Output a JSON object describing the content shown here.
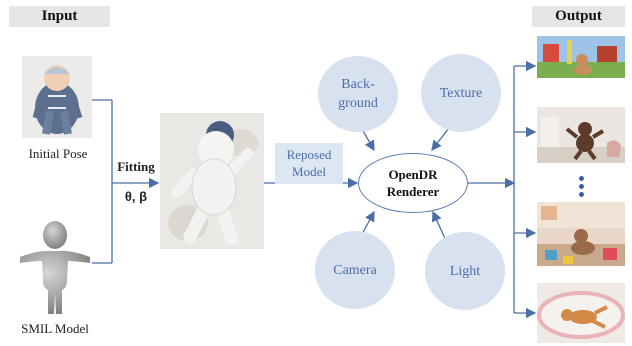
{
  "headers": {
    "input": "Input",
    "output": "Output"
  },
  "left": {
    "initial_pose_label": "Initial Pose",
    "smil_label": "SMIL Model"
  },
  "fitting": {
    "label": "Fitting",
    "params": "θ, β"
  },
  "reposed": {
    "label": "Reposed\nModel"
  },
  "renderer": {
    "label": "OpenDR\nRenderer"
  },
  "inputs": {
    "background": "Back-\nground",
    "texture": "Texture",
    "camera": "Camera",
    "light": "Light"
  },
  "colors": {
    "accent": "#4c6ea8",
    "circle_fill": "#d8e1f0",
    "header_fill": "#e6e6e6"
  }
}
